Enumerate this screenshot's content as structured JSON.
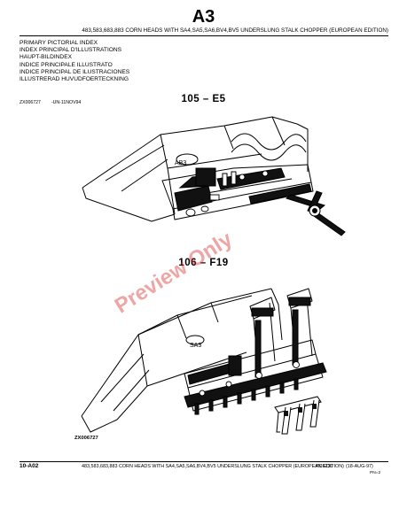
{
  "header": {
    "section_code": "A3",
    "title": "483,583,683,883 CORN HEADS WITH SA4,SA5,SA6,BV4,BV5 UNDERSLUNG STALK CHOPPER (EUROPEAN EDITION)"
  },
  "index_titles": [
    "PRIMARY PICTORIAL INDEX",
    "INDEX PRINCIPAL D'ILLUSTRATIONS",
    "HAUPT-BILDINDEX",
    "INDICE PRINCIPALE ILLUSTRATO",
    "INDICE PRINCIPAL DE ILUSTRACIONES",
    "ILLUSTRERAD HUVUDFOERTECKNING"
  ],
  "doc_ref": {
    "code": "ZX006727",
    "date": "-UN-11NOV94"
  },
  "figures": [
    {
      "label": "105 – E5"
    },
    {
      "label": "106 – F19"
    }
  ],
  "illustration_ref": "ZX006727",
  "watermark": "Preview Only",
  "footer": {
    "page": "10-A02",
    "title": "483,583,683,883 CORN HEADS WITH SA4,SA5,SA6,BV4,BV5 UNDERSLUNG STALK CHOPPER (EUROPEAN EDITION)",
    "doc_id": "PC6230",
    "date": "(18-AUG-97)",
    "sub": "PN=2"
  }
}
